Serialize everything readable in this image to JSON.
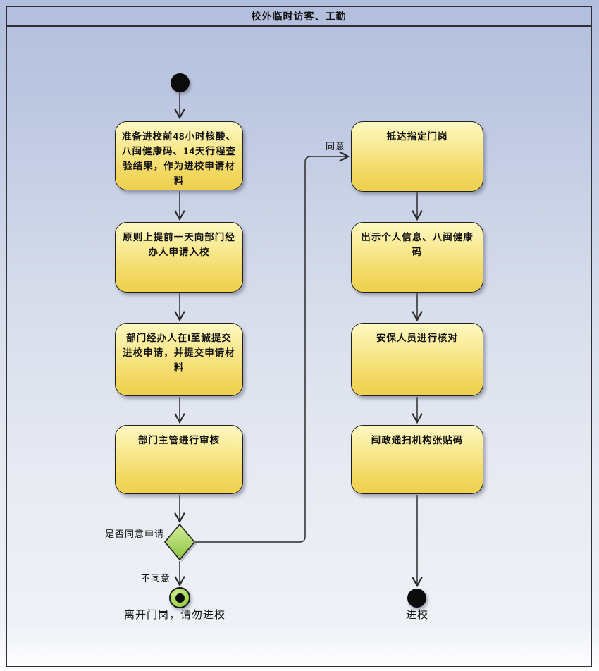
{
  "diagram_title": "校外临时访客、工勤",
  "left_column": [
    {
      "label": "准备进校前48小时核酸、\n八闽健康码、14天行程查\n验结果，作为进校申请材\n料"
    },
    {
      "label": "原则上提前一天向部门经\n办人申请入校"
    },
    {
      "label": "部门经办人在I至诚提交\n进校申请，并提交申请材\n料"
    },
    {
      "label": "部门主管进行审核"
    }
  ],
  "right_column": [
    {
      "label": "抵达指定门岗"
    },
    {
      "label": "出示个人信息、八闽健康\n码"
    },
    {
      "label": "安保人员进行核对"
    },
    {
      "label": "闽政通扫机构张贴码"
    }
  ],
  "decision": {
    "question_label": "是否同意申请",
    "yes_label": "同意",
    "no_label": "不同意"
  },
  "terminals": {
    "reject_label": "离开门岗，请勿进校",
    "enter_label": "进校"
  },
  "colors": {
    "background_top": "#b2bedd",
    "background_bottom": "#eef1f6",
    "activity_fill_top": "#fdf8c2",
    "activity_fill_bottom": "#efd04e",
    "decision_fill_top": "#d3ee9a",
    "decision_fill_bottom": "#8cc240",
    "node_border": "#1f1f1f",
    "connector": "#2a2a2a"
  }
}
